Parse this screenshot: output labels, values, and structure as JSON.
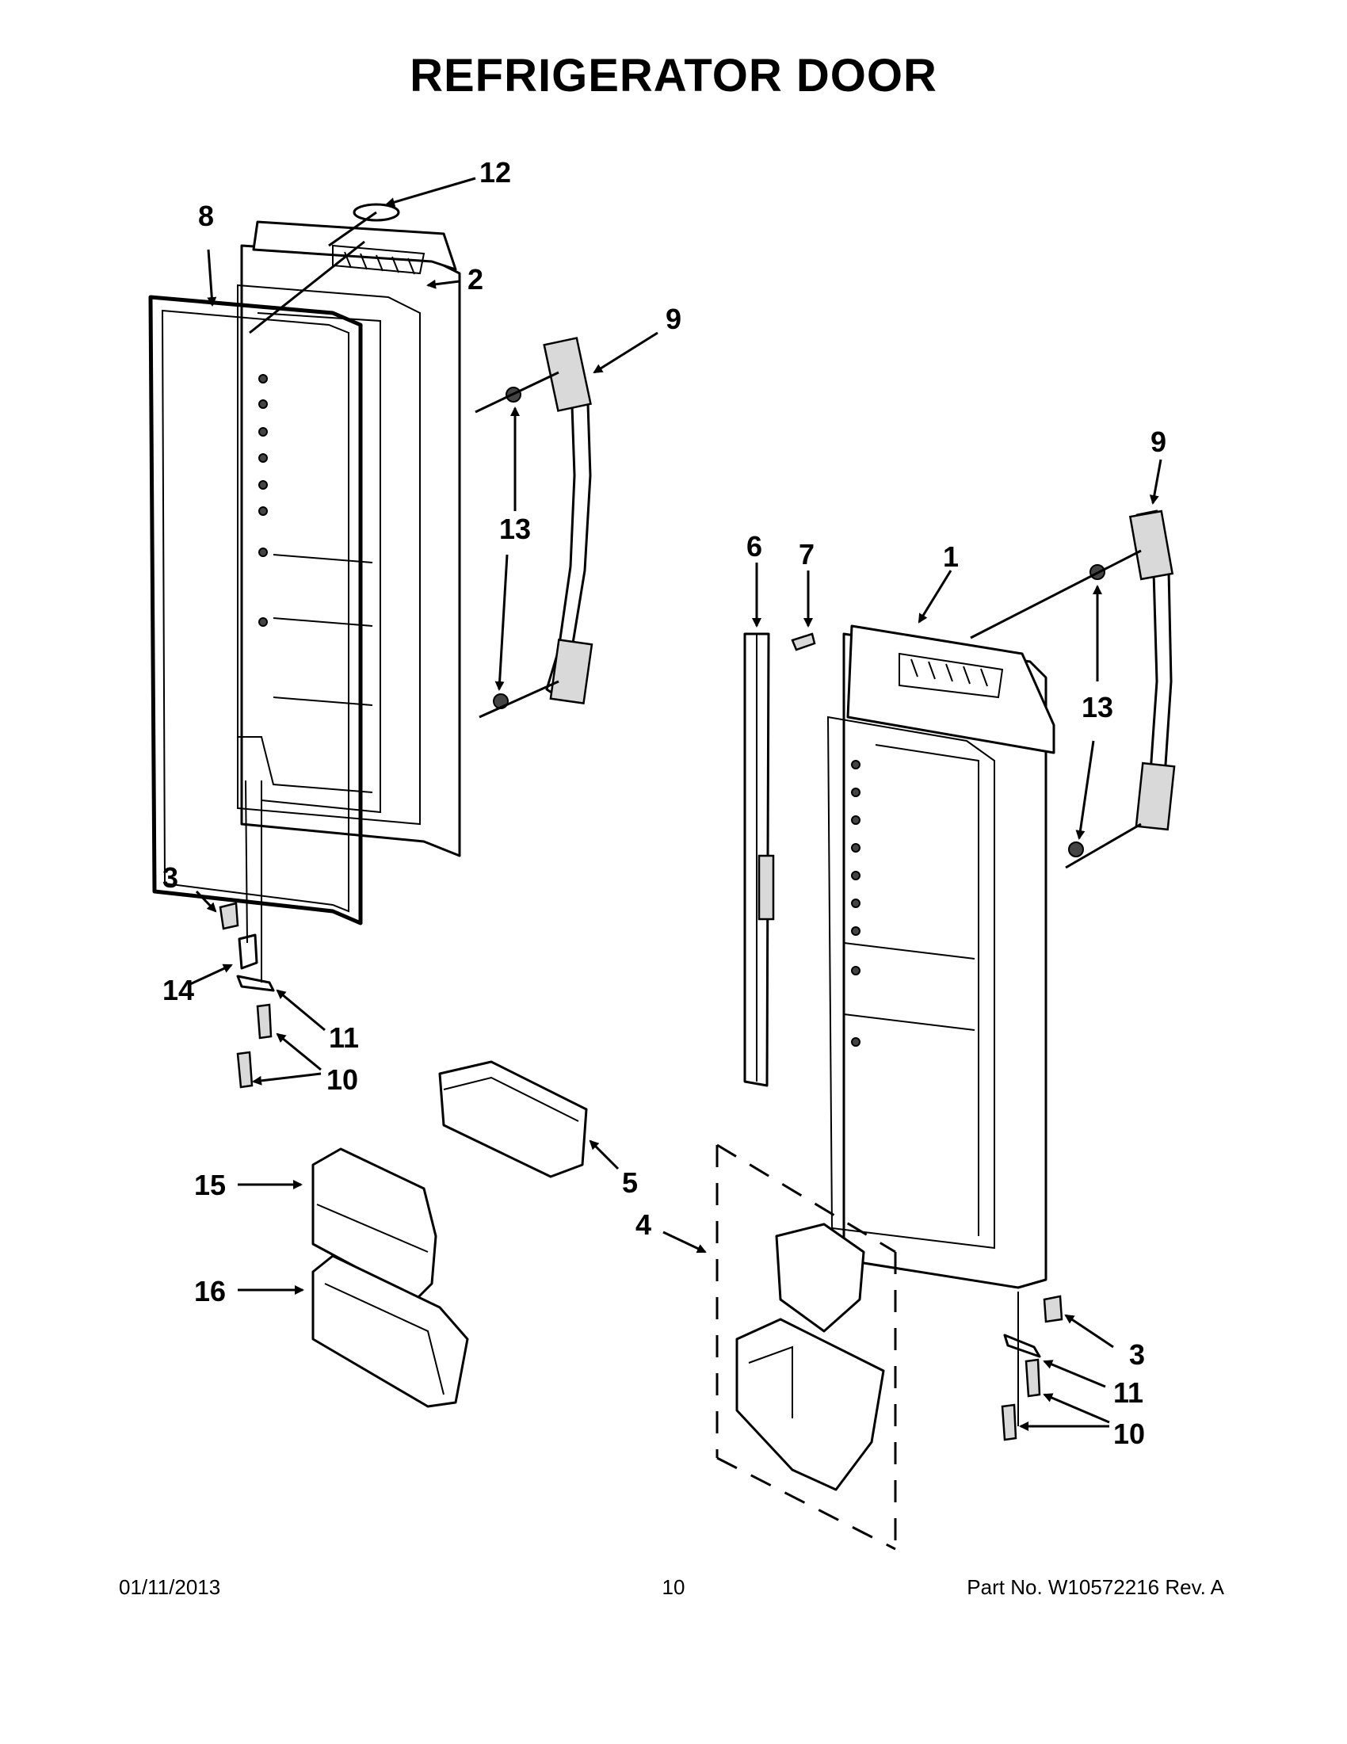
{
  "title": "REFRIGERATOR DOOR",
  "footer": {
    "date": "01/11/2013",
    "page": "10",
    "part": "Part No.  W10572216  Rev.  A"
  },
  "callouts": {
    "c1": "1",
    "c2": "2",
    "c3a": "3",
    "c3b": "3",
    "c4": "4",
    "c5": "5",
    "c6": "6",
    "c7": "7",
    "c8": "8",
    "c9a": "9",
    "c9b": "9",
    "c10a": "10",
    "c10b": "10",
    "c11a": "11",
    "c11b": "11",
    "c12": "12",
    "c13a": "13",
    "c13b": "13",
    "c14": "14",
    "c15": "15",
    "c16": "16"
  }
}
